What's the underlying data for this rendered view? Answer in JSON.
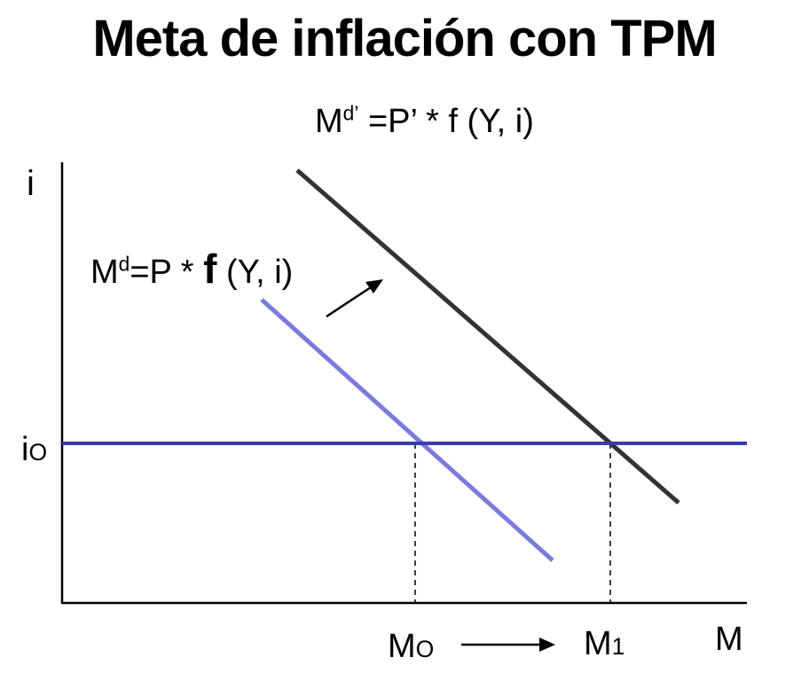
{
  "title": "Meta de inflación con TPM",
  "axis_y_label": "i",
  "axis_x_label": "M",
  "rate_label": {
    "base": "i",
    "sub": "O"
  },
  "m0_label": {
    "base": "M",
    "sub": "O"
  },
  "m1_label": {
    "base": "M",
    "sub": "1"
  },
  "demand_new": {
    "base": "M",
    "sup": "d’",
    "rest": " =P’ * f (Y, i)"
  },
  "demand_old": {
    "base": "M",
    "sup": "d",
    "mid": "=P * ",
    "f": "f",
    "rest": " (Y, i)"
  },
  "colors": {
    "old_demand": "#7b7bdc",
    "new_demand": "#333333",
    "rate_line": "#3a3ab0",
    "axis": "#000000"
  }
}
